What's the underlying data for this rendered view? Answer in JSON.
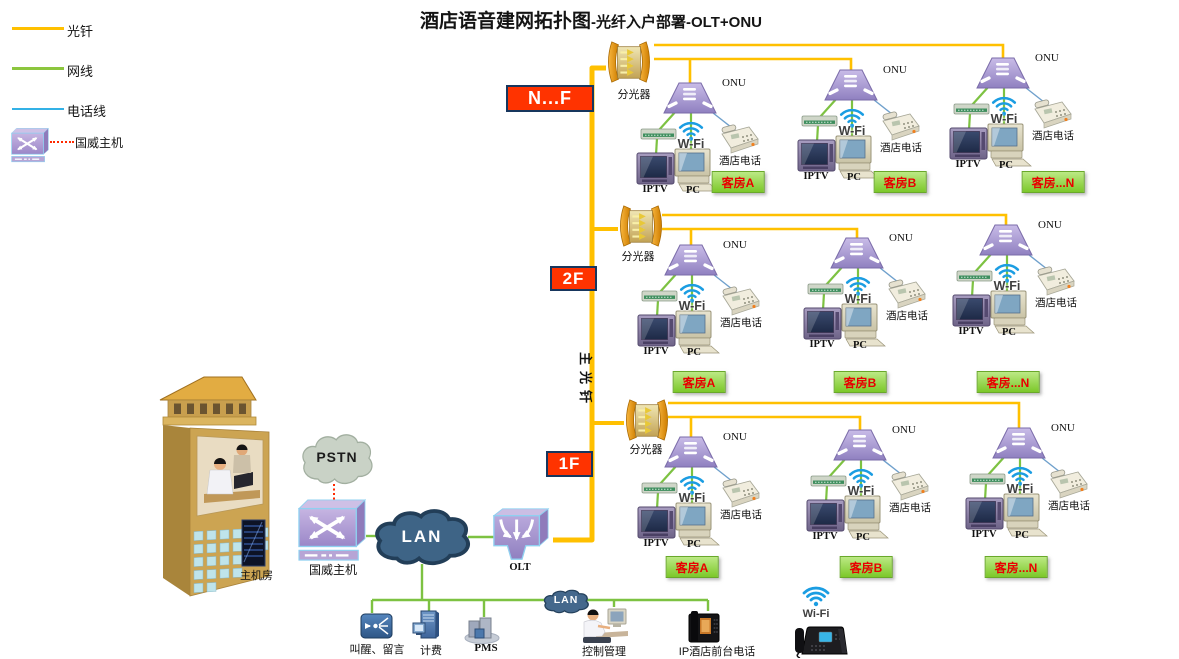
{
  "title": {
    "main": "酒店语音建网拓扑图",
    "sub": "-光纤入户部署-OLT+ONU"
  },
  "legend": {
    "items": [
      {
        "label": "光钎",
        "line": "fiber",
        "color": "#FFC000"
      },
      {
        "label": "网线",
        "line": "ethernet",
        "color": "#8CC63E"
      },
      {
        "label": "电话线",
        "line": "telephone",
        "color": "#33B1E6"
      },
      {
        "label": "国威主机",
        "line": "dotted-red",
        "color": "#FF2A00"
      }
    ]
  },
  "floors": [
    {
      "label": "N...F",
      "splitter_label": "分光器",
      "rooms": [
        {
          "label": "客房A"
        },
        {
          "label": "客房B"
        },
        {
          "label": "客房...N"
        }
      ]
    },
    {
      "label": "2F",
      "splitter_label": "分光器",
      "rooms": [
        {
          "label": "客房A"
        },
        {
          "label": "客房B"
        },
        {
          "label": "客房...N"
        }
      ]
    },
    {
      "label": "1F",
      "splitter_label": "分光器",
      "rooms": [
        {
          "label": "客房A"
        },
        {
          "label": "客房B"
        },
        {
          "label": "客房...N"
        }
      ]
    }
  ],
  "room_unit": {
    "onu": "ONU",
    "wifi": "W-Fi",
    "iptv": "IPTV",
    "pc": "PC",
    "phone": "酒店电话"
  },
  "backbone": {
    "label": "主光钎"
  },
  "core": {
    "machine_room": "主机房",
    "pstn": "PSTN",
    "host": "国威主机",
    "lan": "LAN",
    "olt": "OLT"
  },
  "bottom": {
    "lan": "LAN",
    "devices": [
      {
        "label": "叫醒、留言"
      },
      {
        "label": "计费"
      },
      {
        "label": "PMS"
      },
      {
        "label": "控制管理"
      },
      {
        "label": "IP酒店前台电话"
      }
    ],
    "wifi": "Wi-Fi"
  },
  "colors": {
    "fiber": "#FFC000",
    "ethernet": "#7DC242",
    "phone_line": "#6FA0CC",
    "pstn_link": "#FF2A00",
    "floor_box_bg": "#FF3300",
    "floor_box_border": "#17365D",
    "room_box_bg": "#85CF33",
    "room_box_text": "#EE0000"
  }
}
